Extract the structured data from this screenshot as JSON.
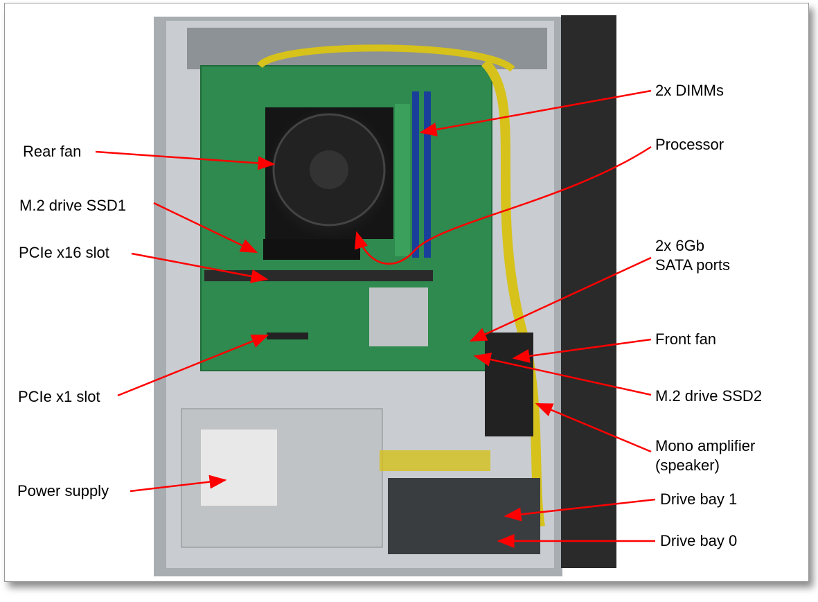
{
  "labels": {
    "dimms": "2x DIMMs",
    "processor": "Processor",
    "rear_fan": "Rear fan",
    "m2_ssd1": "M.2 drive SSD1",
    "pcie_x16": "PCIe x16 slot",
    "sata_line1": "2x 6Gb",
    "sata_line2": "SATA ports",
    "front_fan": "Front fan",
    "pcie_x1": "PCIe x1 slot",
    "m2_ssd2": "M.2 drive SSD2",
    "amp_line1": "Mono amplifier",
    "amp_line2": "(speaker)",
    "power_supply": "Power supply",
    "drive_bay_1": "Drive bay 1",
    "drive_bay_0": "Drive bay 0"
  },
  "colors": {
    "arrow": "#ff0000",
    "board": "#2e8a4e",
    "chassis": "#b8bcc0",
    "bezel": "#2a2a2a"
  }
}
